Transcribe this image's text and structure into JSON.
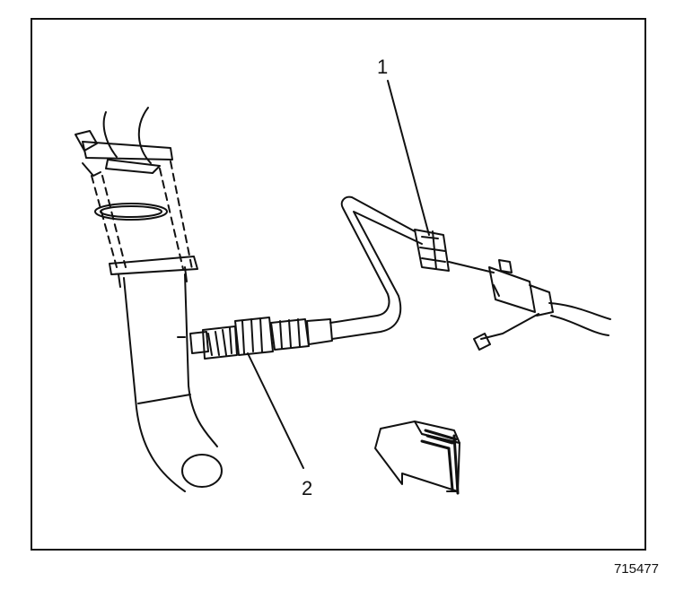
{
  "diagram": {
    "callouts": [
      {
        "number": "1",
        "part": "connector"
      },
      {
        "number": "2",
        "part": "oxygen-sensor"
      }
    ],
    "figure_id": "715477",
    "ink_color": "#111111",
    "paper_color": "#ffffff",
    "arrow": "direction-indicator-forward"
  }
}
